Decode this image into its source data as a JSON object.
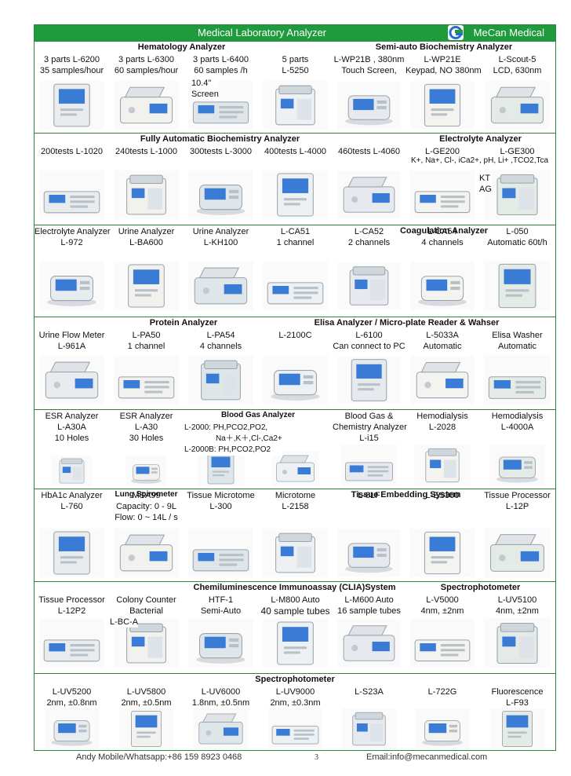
{
  "header": {
    "title": "Medical Laboratory  Analyzer",
    "brand": "MeCan Medical"
  },
  "rows": [
    {
      "sections": [
        {
          "t": "Hematology  Analyzer"
        },
        {
          "t": "Semi-auto Biochemistry  Analyzer"
        }
      ],
      "cells": [
        [
          "3 parts L-6200",
          "35 samples/hour"
        ],
        [
          "3 parts L-6300",
          "60 samples/hour"
        ],
        [
          "3 parts L-6400",
          "60 samples /h"
        ],
        [
          "5 parts",
          "L-5250"
        ],
        [
          "L-WP21B  , 380nm",
          "Touch Screen,"
        ],
        [
          "L-WP21E",
          "Keypad, NO 380nm"
        ],
        [
          "L-Scout-5",
          "LCD, 630nm"
        ]
      ],
      "notes": [
        [
          "10.4\"",
          "Screen"
        ]
      ]
    },
    {
      "sections": [
        {
          "t": "Fully Automatic Biochemistry Analyzer"
        },
        {
          "t": "Electrolyte  Analyzer"
        }
      ],
      "cells": [
        [
          "200tests L-1020"
        ],
        [
          "240tests  L-1000"
        ],
        [
          "300tests L-3000"
        ],
        [
          "400tests L-4000"
        ],
        [
          "460tests L-4060"
        ],
        [
          "L-GE200"
        ],
        [
          "L-GE300"
        ]
      ],
      "notes": [
        [
          "K+, Na+, Cl-, iCa2+, pH, Li+ ,TCO2,Tca"
        ],
        [
          "KT",
          "AG"
        ]
      ]
    },
    {
      "sections": [
        {
          "t": "Coagulation Analyzer"
        }
      ],
      "cells": [
        [
          "Electrolyte Analyzer",
          "L-972"
        ],
        [
          "Urine Analyzer",
          "L-BA600"
        ],
        [
          "Urine Analyzer",
          "L-KH100"
        ],
        [
          "L-CA51",
          "1 channel"
        ],
        [
          "L-CA52",
          "2 channels"
        ],
        [
          "L-CA54",
          "4 channels"
        ],
        [
          "L-050",
          "Automatic  60t/h"
        ]
      ],
      "notes": []
    },
    {
      "sections": [
        {
          "t": "Protein Analyzer"
        },
        {
          "t": "Elisa Analyzer / Micro-plate Reader  & Wahser"
        }
      ],
      "cells": [
        [
          "Urine Flow Meter",
          "L-961A"
        ],
        [
          "L-PA50",
          "1 channel"
        ],
        [
          "L-PA54",
          "4 channels"
        ],
        [
          "L-2100C"
        ],
        [
          "L-6100",
          "Can connect to PC"
        ],
        [
          "L-5033A",
          "Automatic"
        ],
        [
          "Elisa Washer",
          "Automatic"
        ]
      ],
      "notes": []
    },
    {
      "sections": [
        {
          "t": "Blood Gas Analyzer"
        }
      ],
      "cells": [
        [
          "ESR  Analyzer",
          "L-A30A",
          "10 Holes"
        ],
        [
          "ESR  Analyzer",
          "L-A30",
          "30 Holes"
        ],
        [],
        [],
        [
          "Blood Gas &",
          "Chemistry Analyzer",
          "L-i15"
        ],
        [
          "Hemodialysis",
          "L-2028"
        ],
        [
          "Hemodialysis",
          "L-4000A"
        ]
      ],
      "notes": [
        [
          "L-2000: PH,PCO2,PO2,",
          "Na＋,K＋,Cl-,Ca2+",
          "L-2000B: PH,PCO2,PO2"
        ]
      ]
    },
    {
      "sections": [
        {
          "t": "Lung Spirometer"
        },
        {
          "t": "Tissue Embedding System"
        }
      ],
      "cells": [
        [
          "HbA1c Analyzer",
          "L-760"
        ],
        [
          "MSA99",
          "Capacity: 0 - 9L",
          "Flow: 0 ~ 14L / s"
        ],
        [
          "Tissue Microtome",
          "L-300"
        ],
        [
          "Microtome",
          "L-2158"
        ],
        [
          "L-6LF"
        ],
        [
          "L-ES300"
        ],
        [
          "Tissue Processor",
          "L-12P"
        ]
      ],
      "notes": []
    },
    {
      "sections": [
        {
          "t": "Chemiluminescence  Immunoassay (CLIA)System"
        },
        {
          "t": "Spectrophotometer"
        }
      ],
      "cells": [
        [
          "Tissue Processor",
          "L-12P2"
        ],
        [
          "Colony Counter",
          "Bacterial"
        ],
        [
          "HTF-1",
          "Semi-Auto"
        ],
        [
          "L-M800  Auto",
          "40 sample tubes"
        ],
        [
          "L-M600  Auto",
          "16 sample tubes"
        ],
        [
          "L-V5000",
          "4nm, ±2nm"
        ],
        [
          "L-UV5100",
          "4nm, ±2nm"
        ]
      ],
      "notes": [
        [
          "L-BC-A"
        ]
      ]
    },
    {
      "sections": [
        {
          "t": "Spectrophotometer"
        }
      ],
      "cells": [
        [
          "L-UV5200",
          "2nm, ±0.8nm"
        ],
        [
          "L-UV5800",
          "2nm, ±0.5nm"
        ],
        [
          "L-UV6000",
          "1.8nm, ±0.5nm"
        ],
        [
          "L-UV9000",
          "2nm, ±0.3nm"
        ],
        [
          "L-S23A"
        ],
        [
          "L-722G"
        ],
        [
          "Fluorescence",
          "L-F93"
        ]
      ],
      "notes": []
    }
  ],
  "footer": {
    "contact": "Andy  Mobile/Whatsapp:+86  159 8923  0468",
    "page": "3",
    "email": "Email:info@mecanmedical.com"
  },
  "colors": {
    "border": "#2a8a3a",
    "header_bg": "#1f9a3c",
    "device_body": "#eef0f2",
    "device_screen": "#3a7bd5"
  }
}
